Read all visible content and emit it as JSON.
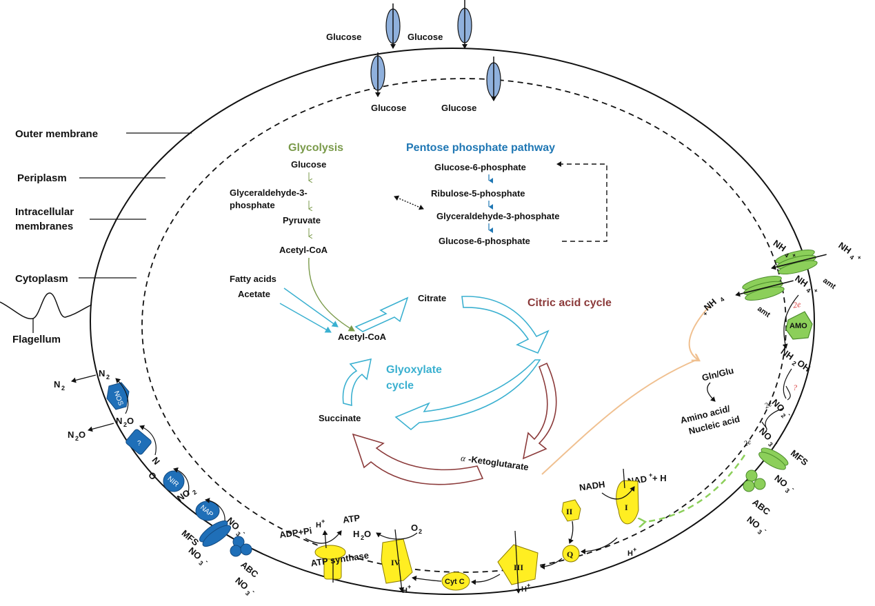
{
  "diagram": {
    "colors": {
      "glycolysis": "#7a9a4a",
      "pentose": "#1f77b4",
      "glyoxylate": "#3ab0d0",
      "citric": "#8b3a3a",
      "transporter_blue": "#8fb0dc",
      "denitrification": "#1f6fb8",
      "ammonia": "#8ccf5a",
      "etc_yellow": "#ffee22",
      "nitrogen_link": "#f0c090"
    },
    "structure_labels": {
      "outer_membrane": "Outer membrane",
      "periplasm": "Periplasm",
      "intracellular_line1": "Intracellular",
      "intracellular_line2": "membranes",
      "cytoplasm": "Cytoplasm",
      "flagellum": "Flagellum"
    },
    "glucose_transport": {
      "outer": [
        "Glucose",
        "Glucose"
      ],
      "inner": [
        "Glucose",
        "Glucose"
      ]
    },
    "glycolysis": {
      "title": "Glycolysis",
      "steps": [
        "Glucose",
        "Glyceraldehyde-3-",
        "phosphate",
        "Pyruvate",
        "Acetyl-CoA"
      ]
    },
    "pentose_phosphate": {
      "title": "Pentose phosphate pathway",
      "steps": [
        "Glucose-6-phosphate",
        "Ribulose-5-phosphate",
        "Glyceraldehyde-3-phosphate",
        "Glucose-6-phosphate"
      ]
    },
    "central": {
      "fatty_acids": "Fatty acids",
      "acetate": "Acetate",
      "acetyl_coa": "Acetyl-CoA",
      "citrate": "Citrate",
      "citric_title": "Citric acid cycle",
      "glyoxylate_line1": "Glyoxylate",
      "glyoxylate_line2": "cycle",
      "succinate": "Succinate",
      "alpha": "α",
      "ketoglutarate": "-Ketoglutarate"
    },
    "nitrogen_assimilation": {
      "nh4": "NH",
      "gln_glu": "Gln/Glu",
      "amino_line1": "Amino acid/",
      "amino_line2": "Nucleic acid"
    },
    "ammonia_oxidation": {
      "nh4": "NH",
      "sub4": "4",
      "plus": "+",
      "amt": "amt",
      "amo": "AMO",
      "nh2oh": "NH",
      "nh2oh_sub": "2",
      "nh2oh_tail": "OH",
      "no2": "NO",
      "no3": "NO",
      "sub2": "2",
      "sub3": "3",
      "minus": "-",
      "two_e": "2e",
      "question": "?",
      "mfs": "MFS",
      "abc": "ABC"
    },
    "denitrification": {
      "n2": "N",
      "n2o": "N",
      "sub2": "2",
      "o": "O",
      "no_n": "N",
      "no_o": "O",
      "nos": "NOS",
      "unknown": "?",
      "nir": "NIR",
      "nap": "NAP",
      "no2": "NO",
      "no3": "NO",
      "mfs": "MFS",
      "abc": "ABC"
    },
    "etc": {
      "nadh": "NADH",
      "nad": "NAD",
      "nad_tail": "+ H",
      "complex_1": "I",
      "complex_2": "II",
      "q": "Q",
      "complex_3": "III",
      "cyt_c": "Cyt C",
      "complex_4": "IV",
      "h_plus": "H",
      "sup_plus": "+",
      "o2": "O",
      "h2o_h": "H",
      "h2o_o": "O",
      "atp_synthase": "ATP synthase",
      "adp_pi": "ADP+Pi",
      "atp": "ATP"
    }
  }
}
